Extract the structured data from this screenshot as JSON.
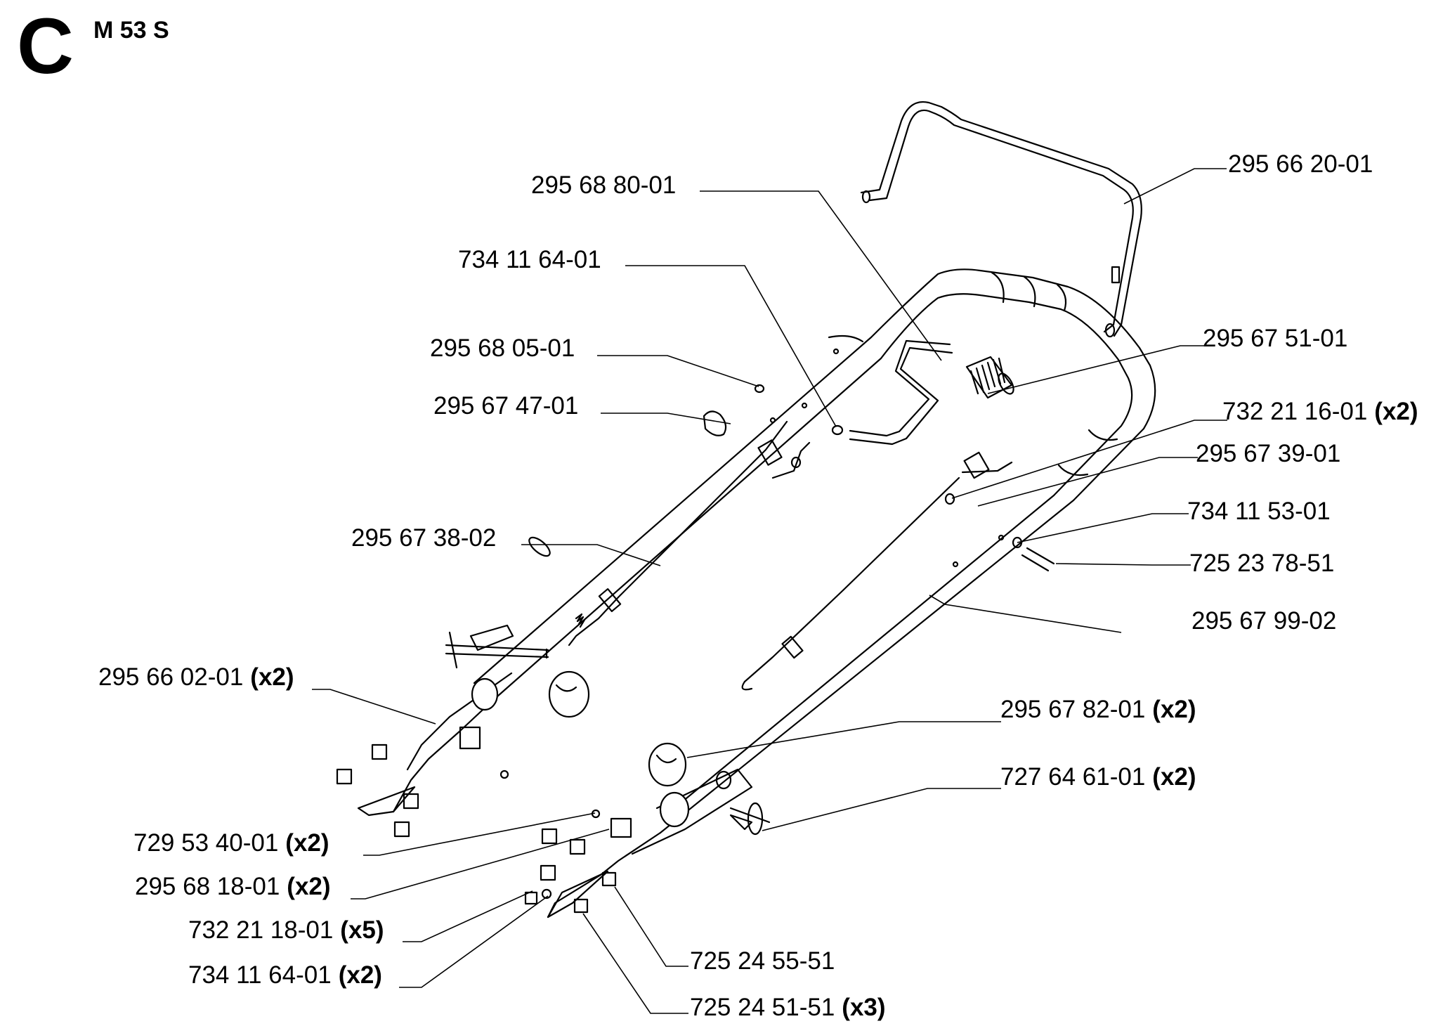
{
  "header": {
    "section": "C",
    "model": "M 53 S"
  },
  "callouts": [
    {
      "part": "295 66 20-01",
      "qty": ""
    },
    {
      "part": "295 68 80-01",
      "qty": ""
    },
    {
      "part": "734 11 64-01",
      "qty": ""
    },
    {
      "part": "295 68 05-01",
      "qty": ""
    },
    {
      "part": "295 67 47-01",
      "qty": ""
    },
    {
      "part": "295 67 51-01",
      "qty": ""
    },
    {
      "part": "732 21 16-01",
      "qty": "(x2)"
    },
    {
      "part": "295 67 39-01",
      "qty": ""
    },
    {
      "part": "734 11 53-01",
      "qty": ""
    },
    {
      "part": "725 23 78-51",
      "qty": ""
    },
    {
      "part": "295 67 38-02",
      "qty": ""
    },
    {
      "part": "295 67 99-02",
      "qty": ""
    },
    {
      "part": "295 66 02-01",
      "qty": "(x2)"
    },
    {
      "part": "295 67 82-01",
      "qty": "(x2)"
    },
    {
      "part": "727 64 61-01",
      "qty": "(x2)"
    },
    {
      "part": "729 53 40-01",
      "qty": "(x2)"
    },
    {
      "part": "295 68 18-01",
      "qty": "(x2)"
    },
    {
      "part": "732 21 18-01",
      "qty": "(x5)"
    },
    {
      "part": "734 11 64-01",
      "qty": "(x2)"
    },
    {
      "part": "725 24 55-51",
      "qty": ""
    },
    {
      "part": "725 24 51-51",
      "qty": "(x3)"
    }
  ]
}
